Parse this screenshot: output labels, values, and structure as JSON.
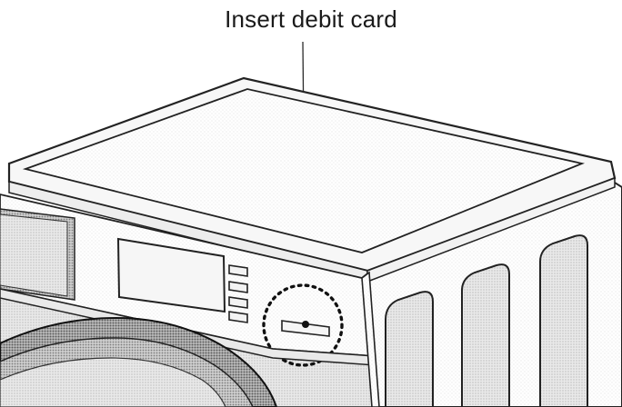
{
  "callout": {
    "label": "Insert debit card"
  },
  "parts": [
    "top-panel",
    "control-console",
    "display-window",
    "control-buttons",
    "card-slot",
    "door-ring",
    "side-panel-recesses"
  ]
}
